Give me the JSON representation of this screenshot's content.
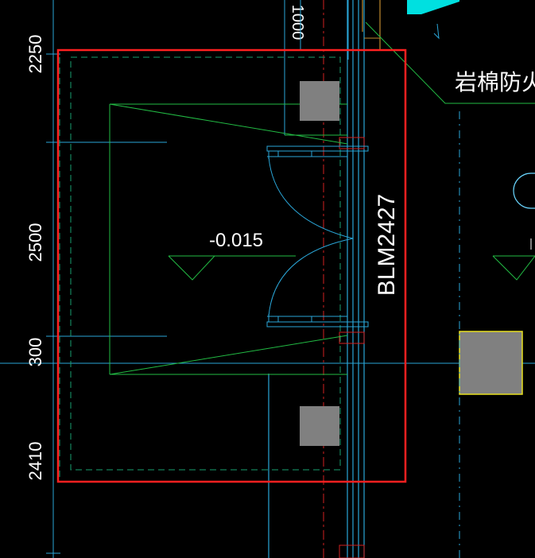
{
  "dimensions": {
    "d1000": "1000",
    "d2250": "2250",
    "d2500": "2500",
    "d300": "300",
    "d2410": "2410"
  },
  "elevation": {
    "value": "-0.015"
  },
  "door": {
    "label": "BLM2427"
  },
  "annotation": {
    "leader_text": "岩棉防火"
  },
  "colors": {
    "background": "#000000",
    "selection": "#ff2020",
    "wall": "#2aa6d8",
    "wall_alt": "#6ad6ff",
    "dim": "#2aa6d8",
    "cabinet": "#22bb44",
    "dashed": "#18a070",
    "axis": "#d02020",
    "column_fill": "#808080",
    "column_outline_yellow": "#e8e020",
    "cyan_block": "#00e0e0",
    "text": "#ffffff"
  }
}
